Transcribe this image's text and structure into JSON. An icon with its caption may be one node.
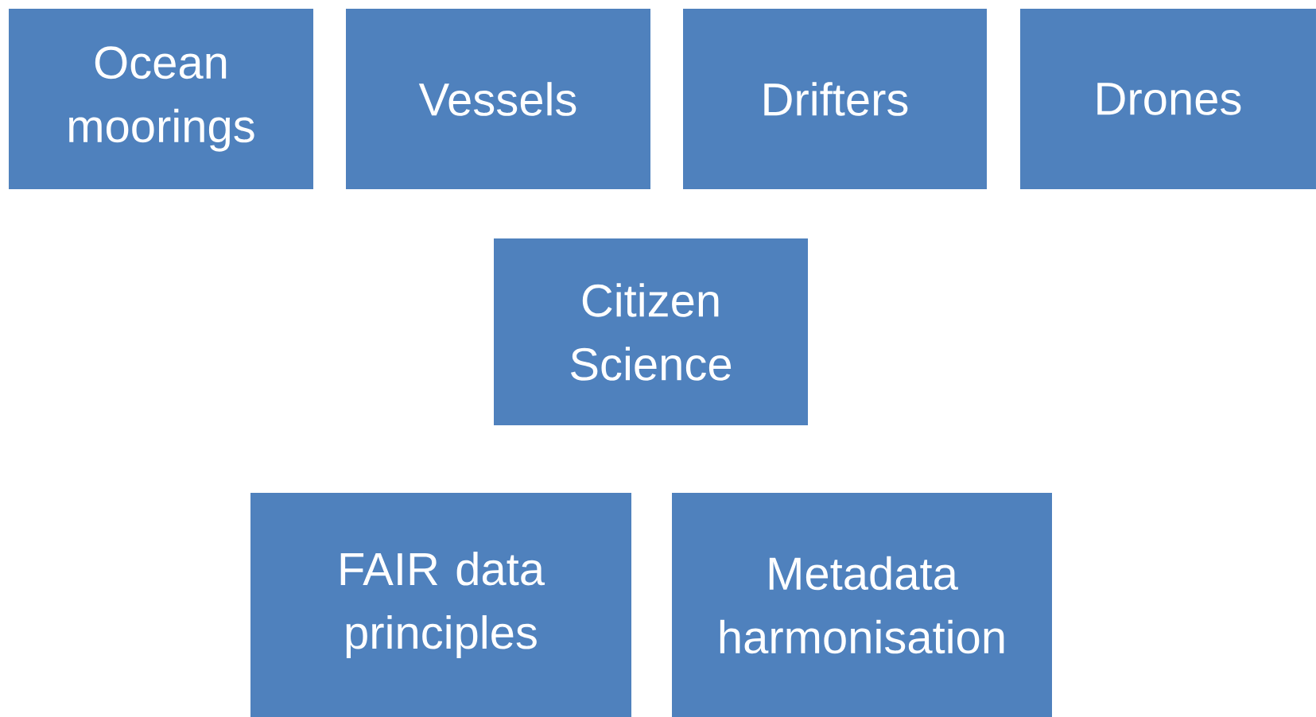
{
  "diagram": {
    "nodes": [
      {
        "text": [
          "Ocean moorings"
        ]
      },
      {
        "text": [
          "Vessels"
        ]
      },
      {
        "text": [
          "Drifters"
        ]
      },
      {
        "text": [
          "Drones"
        ]
      },
      {
        "text": [
          "Citizen Science"
        ]
      },
      {
        "text": [
          "FAIR data principles"
        ]
      },
      {
        "text": [
          "Metadata harmonisation"
        ]
      }
    ]
  }
}
